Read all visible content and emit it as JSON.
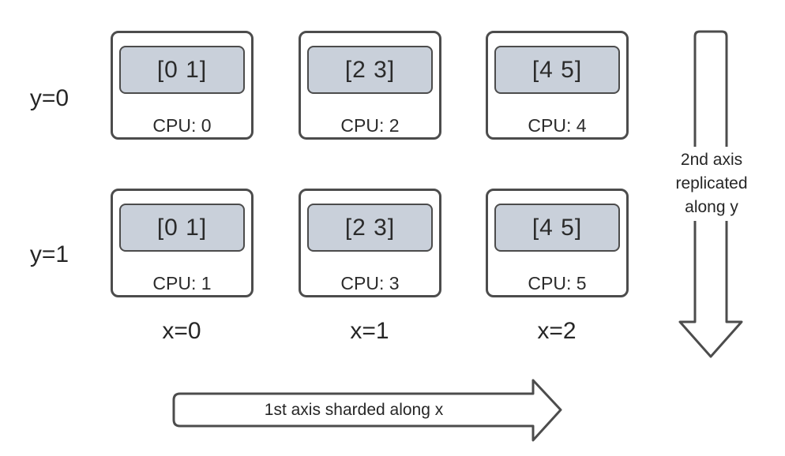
{
  "colors": {
    "background": "#ffffff",
    "stroke": "#4c4c4c",
    "shard_fill": "#c9d0da",
    "text": "#262626"
  },
  "row_labels": [
    {
      "label": "y=0"
    },
    {
      "label": "y=1"
    }
  ],
  "col_labels": [
    {
      "label": "x=0"
    },
    {
      "label": "x=1"
    },
    {
      "label": "x=2"
    }
  ],
  "grid": {
    "rows": [
      {
        "devices": [
          {
            "shard": "[0 1]",
            "cpu": "CPU: 0"
          },
          {
            "shard": "[2 3]",
            "cpu": "CPU: 2"
          },
          {
            "shard": "[4 5]",
            "cpu": "CPU: 4"
          }
        ]
      },
      {
        "devices": [
          {
            "shard": "[0 1]",
            "cpu": "CPU: 1"
          },
          {
            "shard": "[2 3]",
            "cpu": "CPU: 3"
          },
          {
            "shard": "[4 5]",
            "cpu": "CPU: 5"
          }
        ]
      }
    ]
  },
  "arrows": {
    "vertical": {
      "lines": [
        "2nd axis",
        "replicated",
        "along y"
      ]
    },
    "horizontal": {
      "label": "1st axis sharded along x"
    }
  }
}
